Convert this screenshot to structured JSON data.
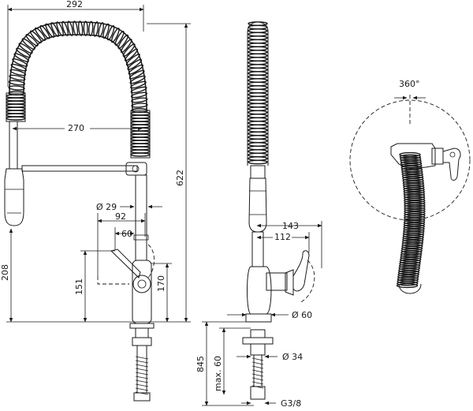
{
  "drawing": {
    "title": "",
    "dimensions": {
      "overall_width": "292",
      "spout_reach": "270",
      "hose_diameter": "Ø 29",
      "lever_reach": "92",
      "body_reach": "60",
      "overall_height": "622",
      "spout_height": "208",
      "lever_height": "151",
      "body_height": "170",
      "side_reach_outer": "143",
      "side_reach_inner": "112",
      "base_diameter": "Ø 60",
      "counter_thickness": "845",
      "max_counter": "max. 60",
      "hole_diameter": "Ø 34",
      "connection": "G3/8",
      "rotation": "360°"
    }
  }
}
